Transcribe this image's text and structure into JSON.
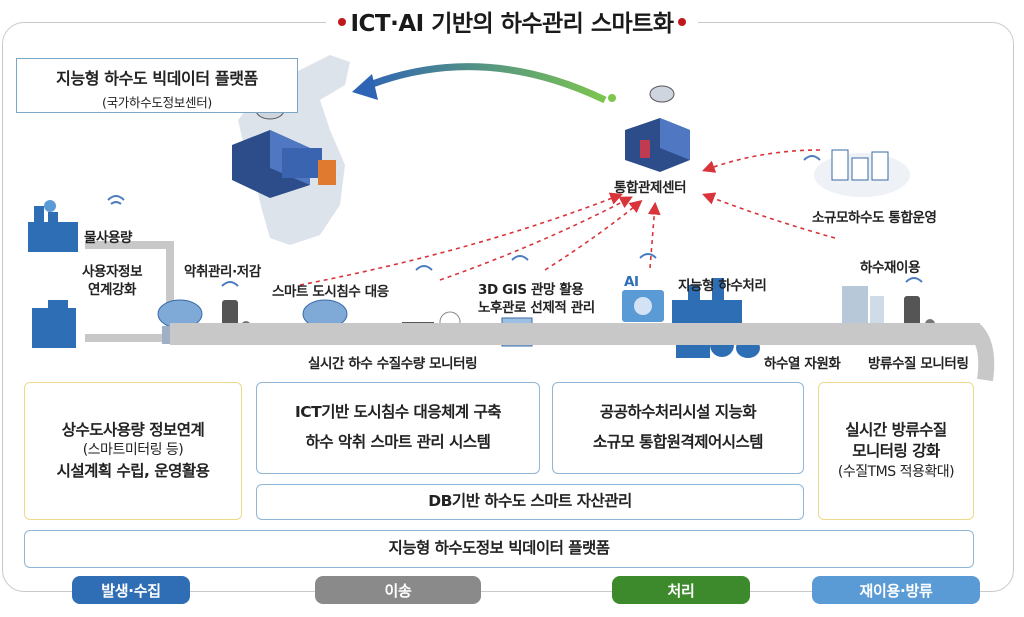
{
  "title": "ICT·AI 기반의 하수관리 스마트화",
  "platform_box": {
    "title": "지능형 하수도 빅데이터 플랫폼",
    "subtitle": "(국가하수도정보센터)"
  },
  "labels": {
    "water_usage": "물사용량",
    "user_info": "사용자정보",
    "user_info2": "연계강화",
    "odor": "악취관리·저감",
    "flood": "스마트 도시침수 대응",
    "gis": "3D GIS 관망 활용",
    "gis2": "노후관로 선제적 관리",
    "smart_treat": "지능형 하수처리",
    "control": "통합관제센터",
    "small_op": "소규모하수도 통합운영",
    "reuse": "하수재이용",
    "realtime_monitor": "실시간 하수 수질수량 모니터링",
    "heat": "하수열 자원화",
    "discharge_monitor": "방류수질 모니터링",
    "ai": "AI"
  },
  "boxes": {
    "b1": [
      "상수도사용량 정보연계",
      "(스마트미터링 등)",
      "시설계획 수립, 운영활용"
    ],
    "b2": [
      "ICT기반 도시침수 대응체계 구축",
      "하수 악취 스마트 관리 시스템"
    ],
    "b3": [
      "공공하수처리시설 지능화",
      "소규모 통합원격제어시스템"
    ],
    "b4": [
      "실시간 방류수질",
      "모니터링 강화",
      "(수질TMS 적용확대)"
    ],
    "db": "DB기반 하수도 스마트 자산관리",
    "bigdata": "지능형 하수도정보 빅데이터 플랫폼"
  },
  "stages": [
    "발생·수집",
    "이송",
    "처리",
    "재이용·방류"
  ],
  "colors": {
    "stage1": "#2f6db5",
    "stage2": "#8a8a8a",
    "stage3": "#3d8a2c",
    "stage4": "#5b9bd5",
    "arrow_red": "#d9343a",
    "arrow_blue": "#2e64b5",
    "arrow_green": "#6cc04a"
  }
}
